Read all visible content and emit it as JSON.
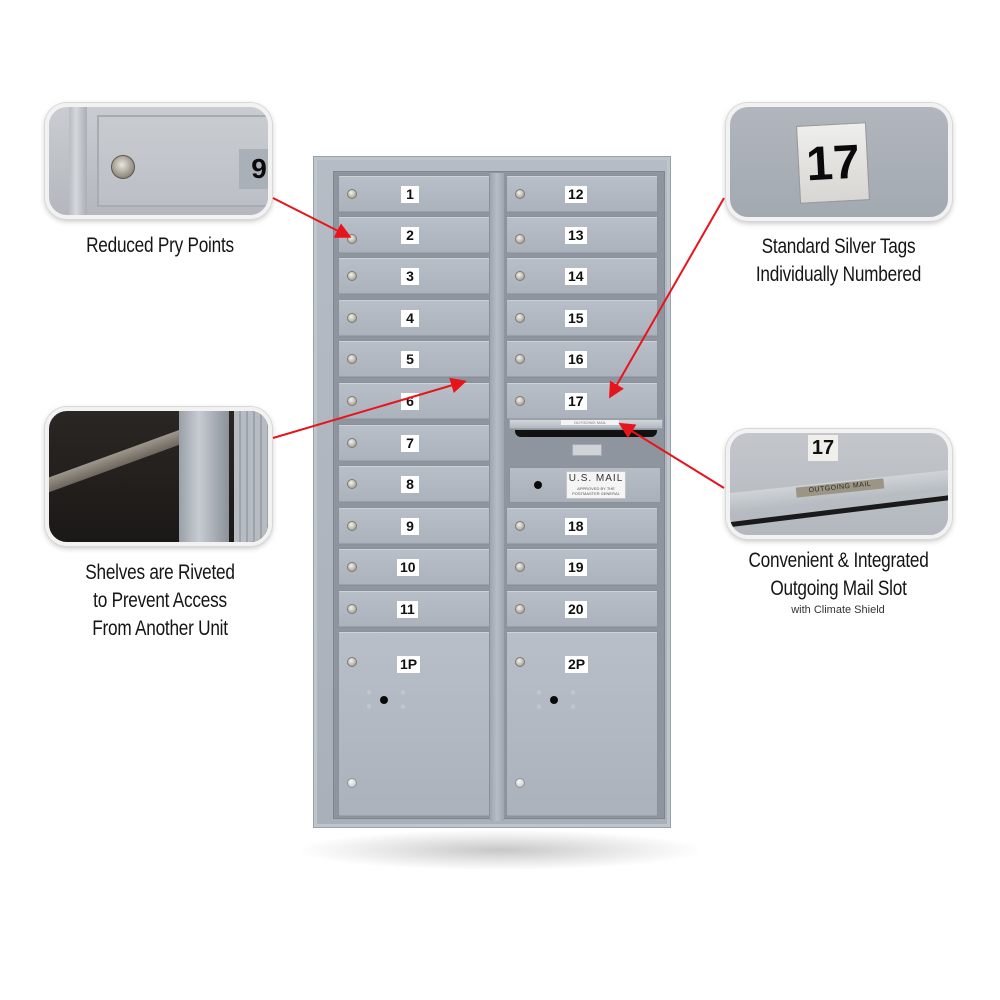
{
  "product": {
    "type": "cluster-mailbox-unit",
    "color": "silver",
    "left_column_tags": [
      "1",
      "2",
      "3",
      "4",
      "5",
      "6",
      "7",
      "8",
      "9",
      "10",
      "11"
    ],
    "right_column_tags": [
      "12",
      "13",
      "14",
      "15",
      "16",
      "17"
    ],
    "right_column_lower_tags": [
      "18",
      "19",
      "20"
    ],
    "parcel_tags": [
      "1P",
      "2P"
    ],
    "outgoing_label": "OUTGOING MAIL",
    "usmail_plate": {
      "title": "U.S. MAIL",
      "subtitle_line1": "APPROVED BY THE",
      "subtitle_line2": "POSTMASTER GENERAL"
    }
  },
  "callouts": [
    {
      "id": "pry-points",
      "caption": "Reduced Pry Points",
      "inset_tag": "9"
    },
    {
      "id": "silver-tags",
      "caption_line1": "Standard Silver Tags",
      "caption_line2": "Individually Numbered",
      "inset_tag": "17"
    },
    {
      "id": "riveted-shelves",
      "caption_line1": "Shelves are Riveted",
      "caption_line2": "to Prevent Access",
      "caption_line3": "From Another Unit"
    },
    {
      "id": "outgoing-slot",
      "caption_line1": "Convenient & Integrated",
      "caption_line2": "Outgoing Mail Slot",
      "caption_sub": "with Climate Shield",
      "inset_tag": "17",
      "inset_label": "OUTGOING MAIL"
    }
  ],
  "colors": {
    "arrow": "#e8141b",
    "unit_silver": "#aeb5bf",
    "tag_bg": "#ffffff",
    "caption_text": "#151515"
  }
}
